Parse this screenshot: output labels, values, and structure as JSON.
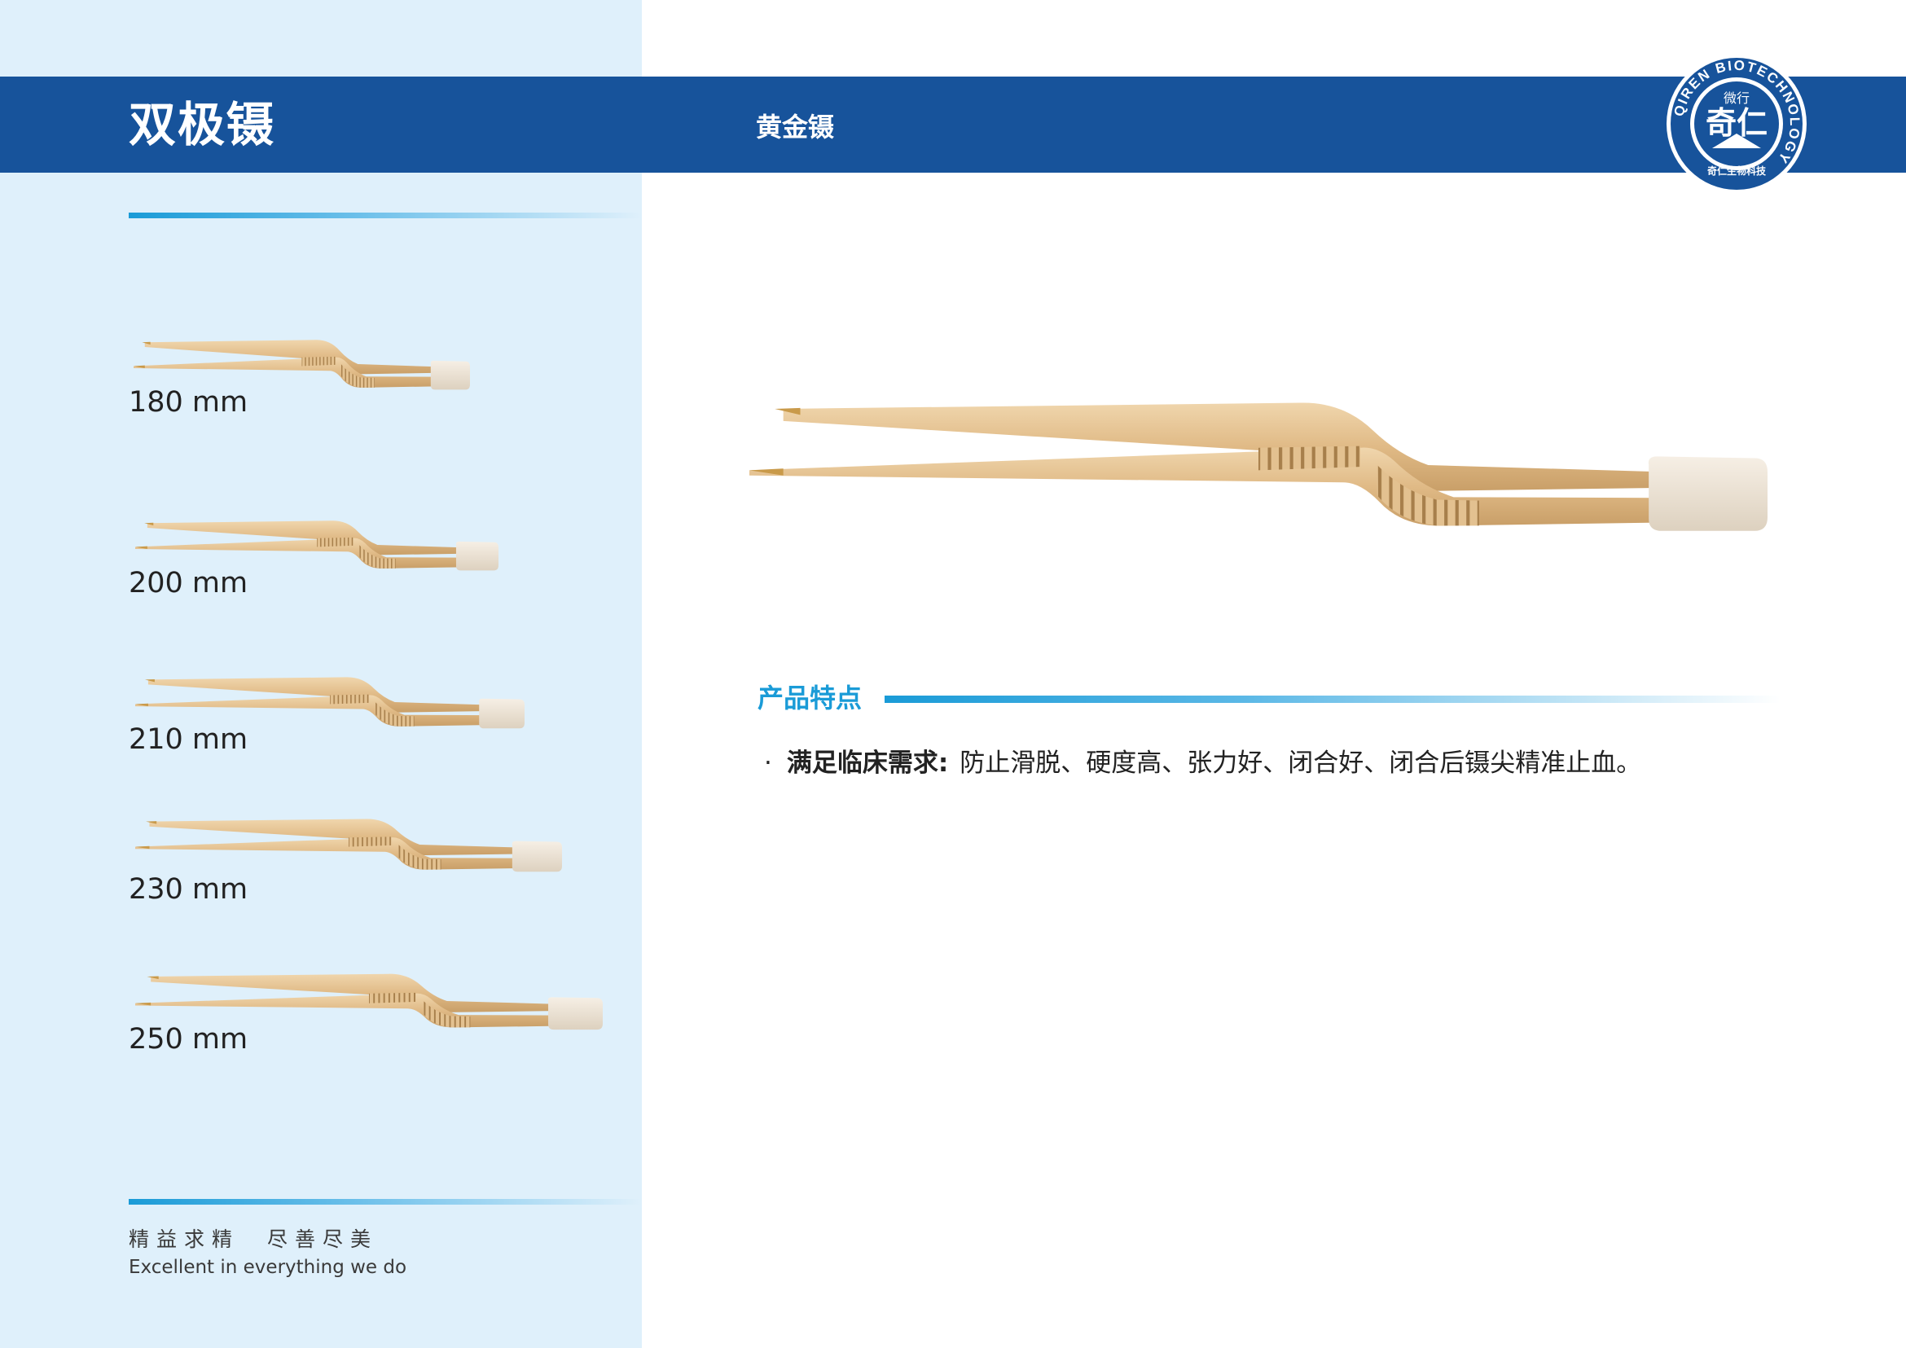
{
  "header": {
    "title": "双极镊",
    "subtitle": "黄金镊"
  },
  "logo": {
    "ring_text": "QIREN BIOTECHNOLOGY",
    "small_text": "微行",
    "main_text": "奇仁",
    "bottom_text": "奇仁生物科技"
  },
  "sizes": [
    {
      "label": "180 mm"
    },
    {
      "label": "200 mm"
    },
    {
      "label": "210 mm"
    },
    {
      "label": "230 mm"
    },
    {
      "label": "250 mm"
    }
  ],
  "features": {
    "heading": "产品特点",
    "items": [
      {
        "bullet": "·",
        "label": "满足临床需求:",
        "text": "防止滑脱、硬度高、张力好、闭合好、闭合后镊尖精准止血。"
      }
    ]
  },
  "motto": {
    "cn": "精益求精　尽善尽美",
    "en": "Excellent in everything we do"
  },
  "colors": {
    "brand_blue": "#17539b",
    "accent_blue": "#1a9bd7",
    "panel_bg": "#dff0fb",
    "gold": "#e2bf8f",
    "cap": "#ece3d6"
  }
}
